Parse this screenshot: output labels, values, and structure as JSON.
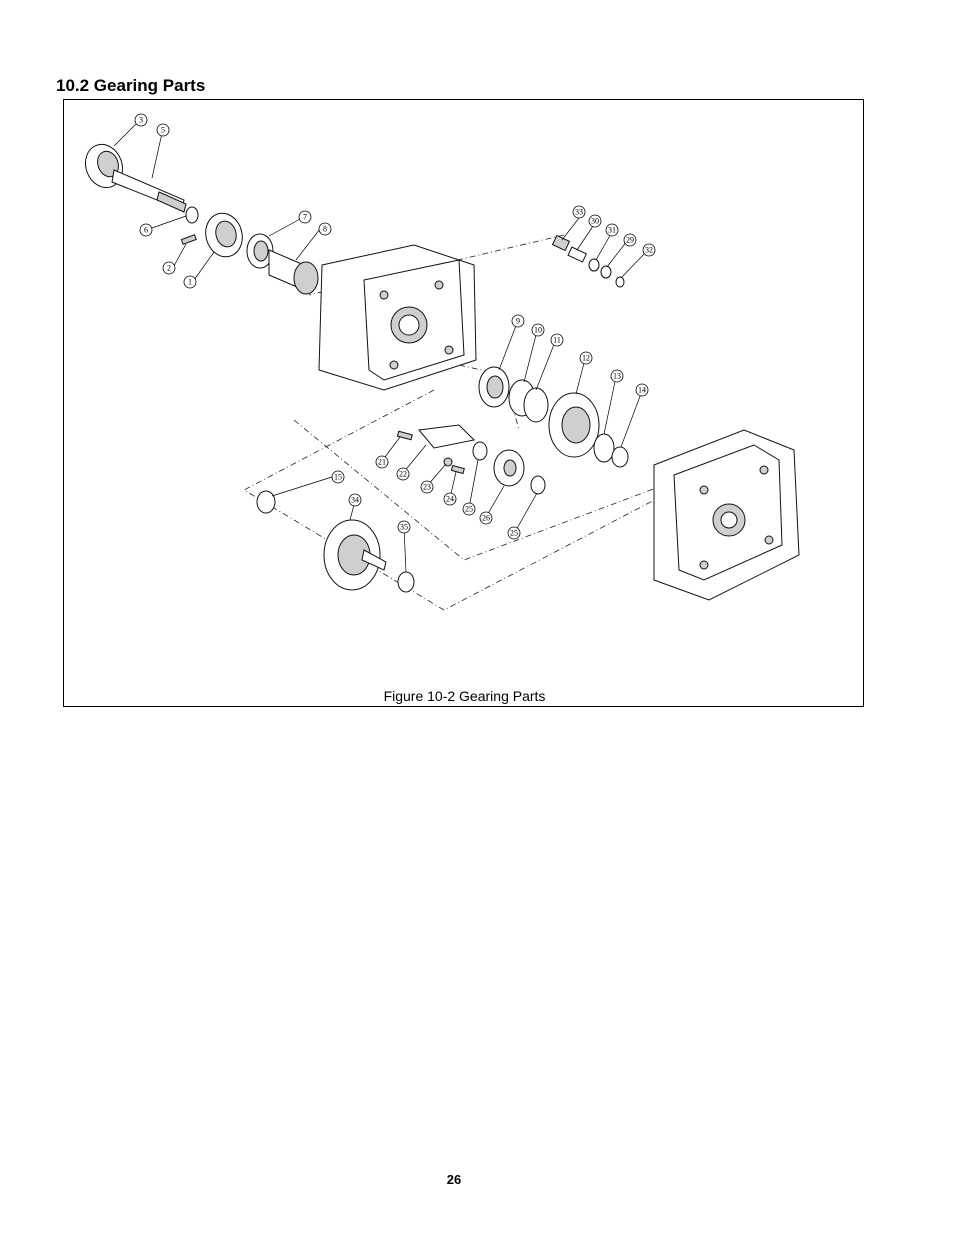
{
  "section_heading": "10.2 Gearing Parts",
  "figure": {
    "caption": "Figure 10-2 Gearing Parts",
    "callouts": [
      "3",
      "5",
      "6",
      "2",
      "1",
      "7",
      "8",
      "33",
      "30",
      "31",
      "29",
      "32",
      "9",
      "10",
      "11",
      "12",
      "13",
      "14",
      "21",
      "22",
      "23",
      "24",
      "25",
      "26",
      "25",
      "15",
      "34",
      "35"
    ]
  },
  "page_number": "26"
}
